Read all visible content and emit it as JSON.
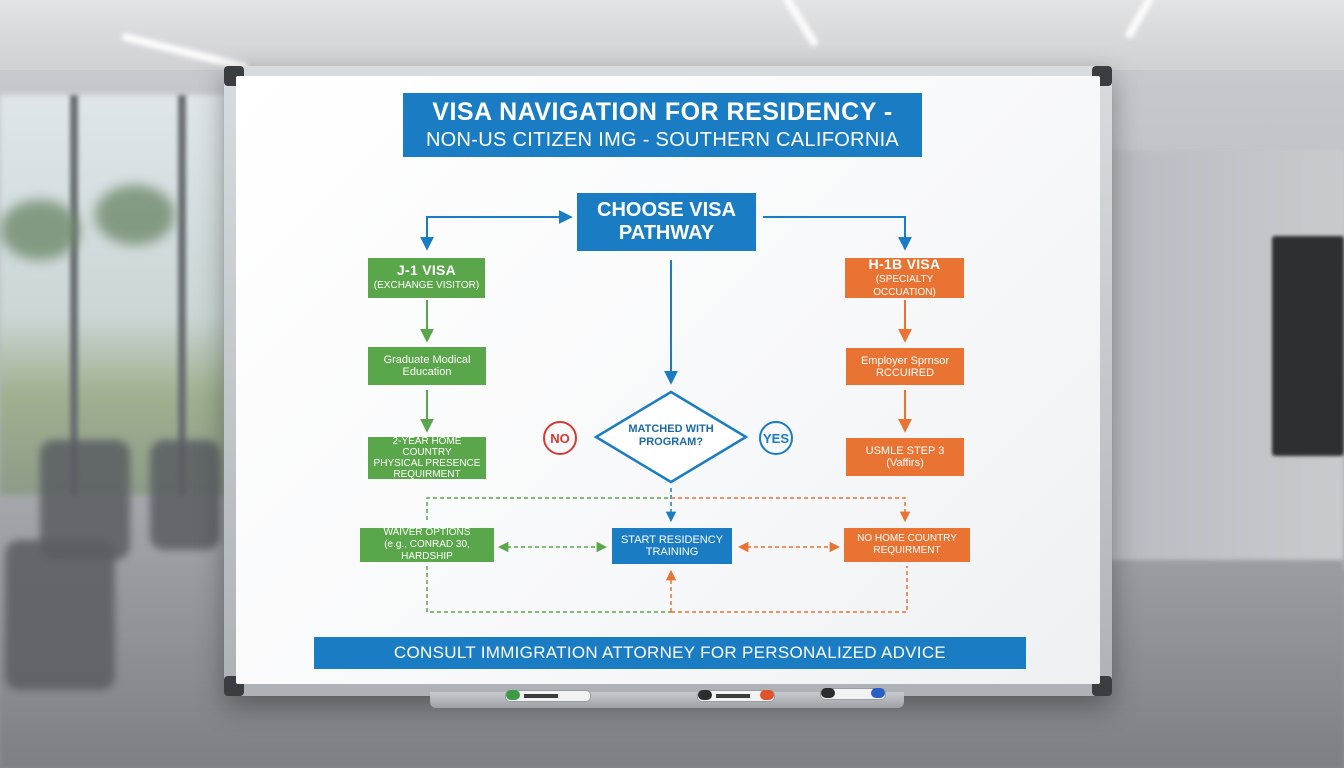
{
  "title": {
    "line1": "VISA NAVIGATION FOR RESIDENCY -",
    "line2": "NON-US CITIZEN IMG - SOUTHERN CALIFORNIA"
  },
  "start": {
    "line1": "CHOOSE VISA",
    "line2": "PATHWAY"
  },
  "j1": {
    "title": "J-1 VISA",
    "subtitle": "(EXCHANGE VISITOR)",
    "step1_line1": "Graduate Modical",
    "step1_line2": "Education",
    "step2_line1": "2-YEAR HOME COUNTRY",
    "step2_line2": "PHYSICAL PRESENCE",
    "step2_line3": "REQUIRMENT",
    "waiver_line1": "WAIVER OPTIONS",
    "waiver_line2": "(e.g., CONRAD 30, HARDSHIP"
  },
  "h1b": {
    "title": "H-1B VISA",
    "subtitle": "(SPECIALTY OCCUATION)",
    "step1_line1": "Employer Sprnsor",
    "step1_line2": "RCCUIRED",
    "step2_line1": "USMLE STEP 3",
    "step2_line2": "(Vaffirs)",
    "end_line1": "NO HOME COUNTRY",
    "end_line2": "REQUIRMENT"
  },
  "decision": {
    "line1": "MATCHED WITH",
    "line2": "PROGRAM?",
    "no": "NO",
    "yes": "YES"
  },
  "residency": {
    "line1": "START RESIDENCY",
    "line2": "TRAINING"
  },
  "footer": "CONSULT IMMIGRATION ATTORNEY FOR PERSONALIZED ADVICE",
  "colors": {
    "blue": "#1a7dc4",
    "green": "#5aa64a",
    "orange": "#e87332",
    "red": "#d63a32"
  }
}
